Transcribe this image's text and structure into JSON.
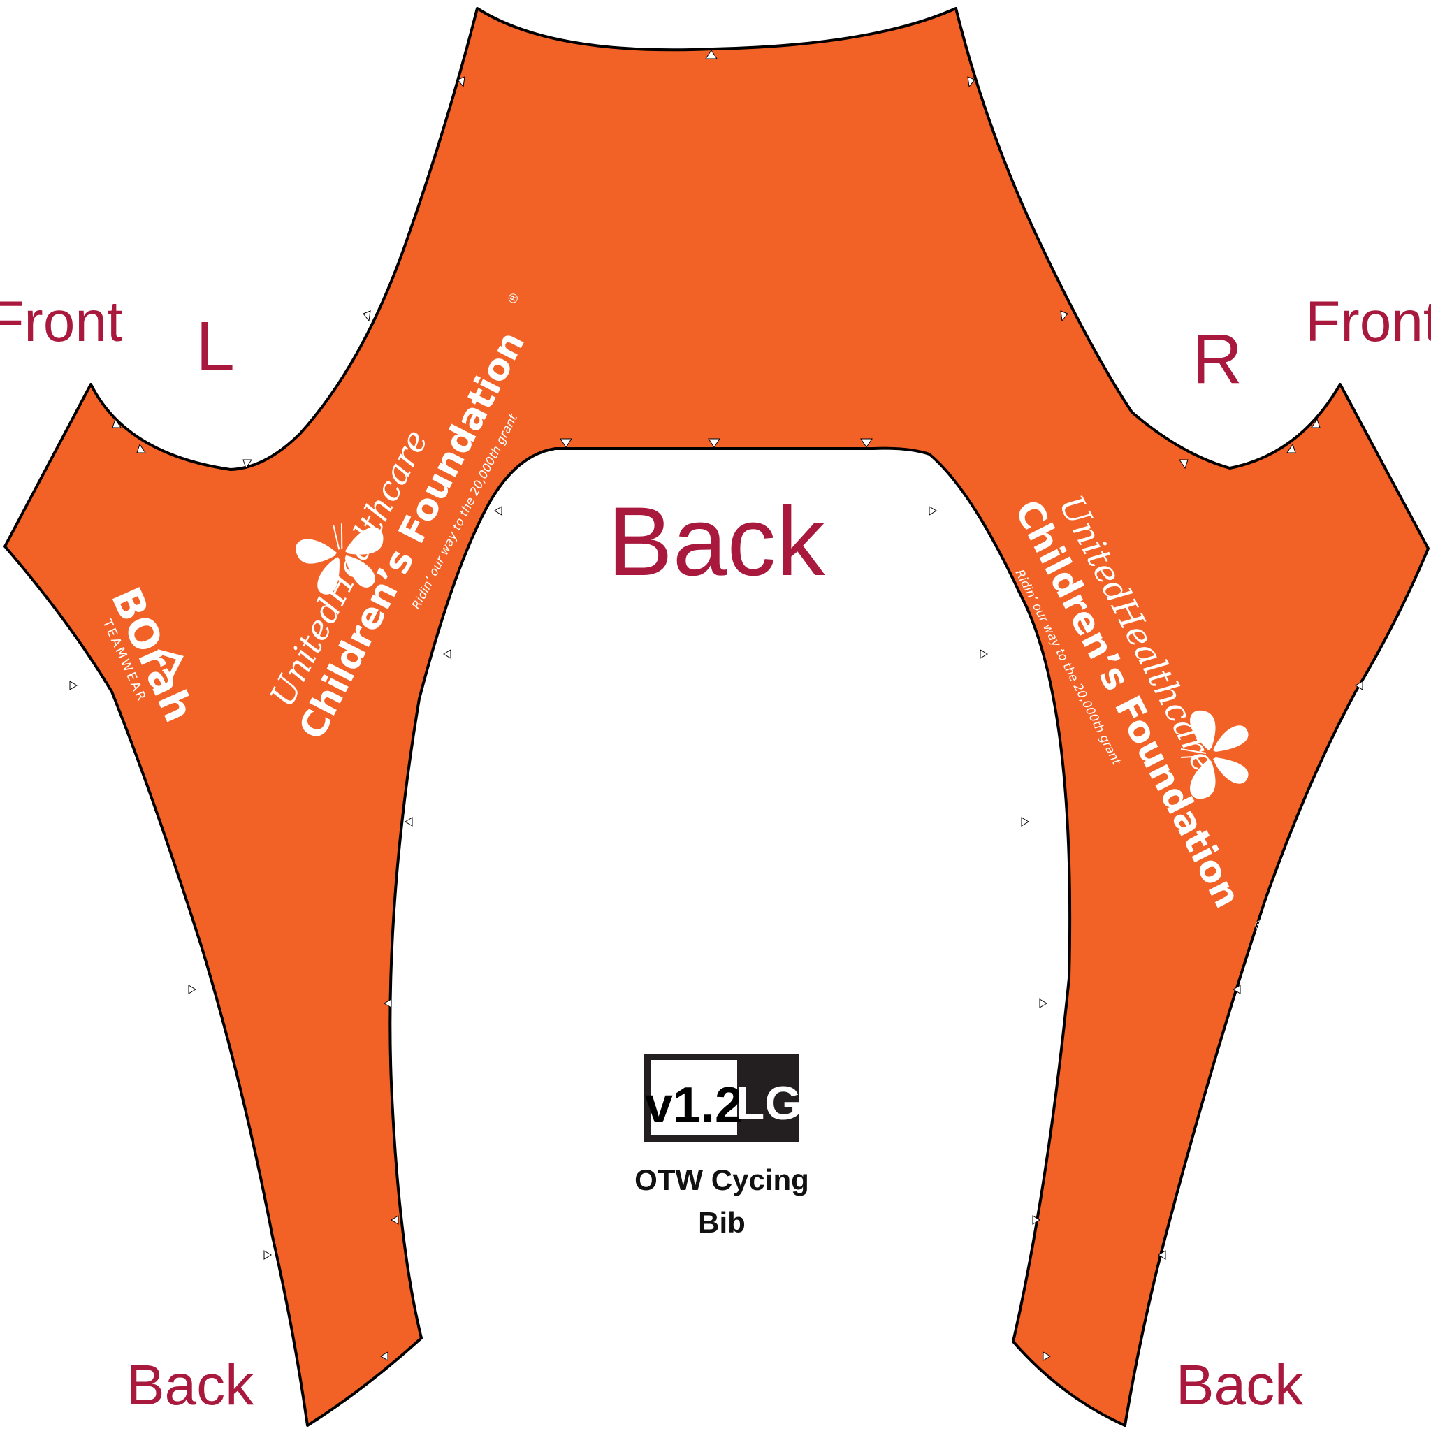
{
  "colors": {
    "panel": "#f26226",
    "outline": "#000000",
    "label": "#a8193d",
    "logo": "#ffffff"
  },
  "labels": {
    "front_left": "Front",
    "side_left": "L",
    "side_right": "R",
    "front_right": "Front",
    "back_center": "Back",
    "back_left": "Back",
    "back_right": "Back"
  },
  "logo": {
    "line1": "UnitedHealthcare",
    "line2": "Children’s Foundation",
    "registered": "®",
    "tagline": "Ridin’ our way to the 20,000th grant",
    "icon": "butterfly-icon"
  },
  "brand": {
    "name": "BOrah",
    "sub": "TEAMWEAR",
    "icon": "mountain-icon"
  },
  "version": {
    "number": "v1.2",
    "size": "LG"
  },
  "product": {
    "line1": "OTW Cycing",
    "line2": "Bib"
  }
}
